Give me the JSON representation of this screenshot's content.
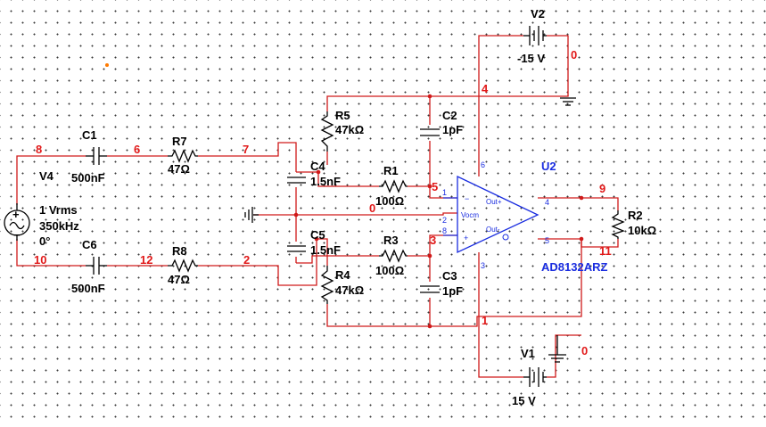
{
  "components": {
    "V4": {
      "ref": "V4",
      "value1": "1 Vrms",
      "value2": "350kHz",
      "value3": "0°"
    },
    "C1": {
      "ref": "C1",
      "value": "500nF"
    },
    "C6": {
      "ref": "C6",
      "value": "500nF"
    },
    "R7": {
      "ref": "R7",
      "value": "47Ω"
    },
    "R8": {
      "ref": "R8",
      "value": "47Ω"
    },
    "C4": {
      "ref": "C4",
      "value": "1.5nF"
    },
    "C5": {
      "ref": "C5",
      "value": "1.5nF"
    },
    "R5": {
      "ref": "R5",
      "value": "47kΩ"
    },
    "R4": {
      "ref": "R4",
      "value": "47kΩ"
    },
    "R1": {
      "ref": "R1",
      "value": "100Ω"
    },
    "R3": {
      "ref": "R3",
      "value": "100Ω"
    },
    "C2": {
      "ref": "C2",
      "value": "1pF"
    },
    "C3": {
      "ref": "C3",
      "value": "1pF"
    },
    "R2": {
      "ref": "R2",
      "value": "10kΩ"
    },
    "V1": {
      "ref": "V1",
      "value": "15 V"
    },
    "V2": {
      "ref": "V2",
      "value": "-15 V"
    },
    "U2": {
      "ref": "U2",
      "part": "AD8132ARZ"
    }
  },
  "nets": {
    "n8": "8",
    "n6": "6",
    "n7": "7",
    "n10": "10",
    "n12": "12",
    "n2": "2",
    "n0_mid": "0",
    "n0_v2": "0",
    "n0_v1": "0",
    "n4": "4",
    "n5": "5",
    "n3": "3",
    "n9": "9",
    "n11": "11",
    "n1": "1"
  },
  "opamp": {
    "pin1": "1",
    "pin2": "2",
    "pin3": "3",
    "pin4": "4",
    "pin5": "5",
    "pin6": "6",
    "pin8": "8",
    "minus": "−",
    "plus": "+",
    "out_plus": "Out+",
    "out_minus": "Out-",
    "vocm": "Vocm"
  },
  "colors": {
    "wire": "#d01a1a",
    "net_label": "#e11919",
    "part_label": "#1a2de0",
    "component": "#000000"
  }
}
